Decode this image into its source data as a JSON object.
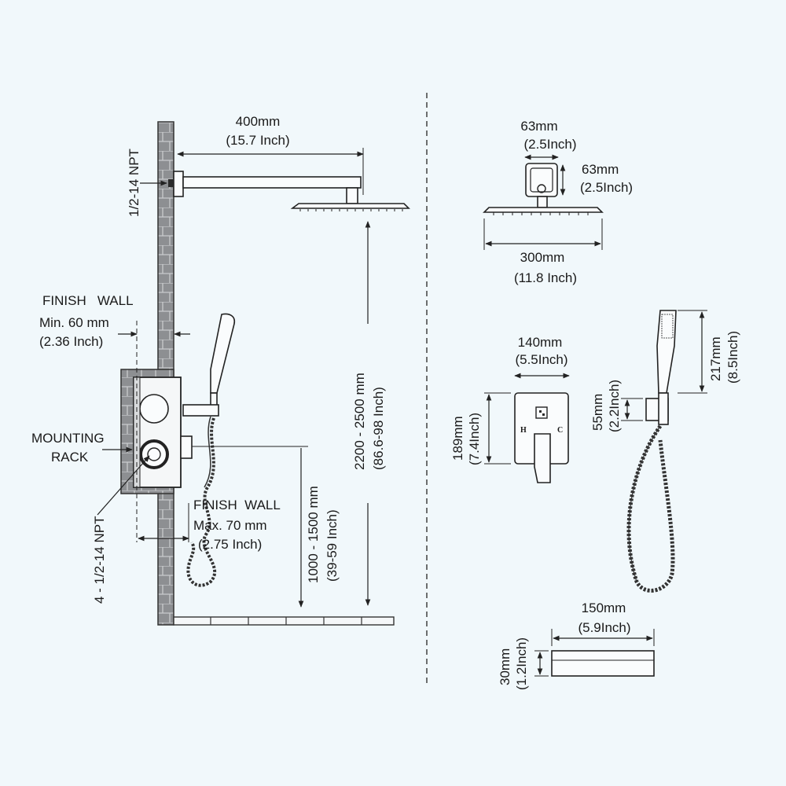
{
  "left": {
    "arm_length": "400mm",
    "arm_length_in": "(15.7 Inch)",
    "top_npt": "1/2-14 NPT",
    "finish_wall_top": "FINISH   WALL",
    "min_depth": "Min. 60 mm",
    "min_depth_in": "(2.36 Inch)",
    "mounting_rack": "MOUNTING",
    "mounting_rack_2": "RACK",
    "bottom_npt": "4 - 1/2-14 NPT",
    "finish_wall_bottom": "FINISH  WALL",
    "max_depth": "Max. 70 mm",
    "max_depth_in": "(2.75 Inch)",
    "head_height": "2200 - 2500 mm",
    "head_height_in": "(86.6-98 Inch)",
    "valve_height": "1000 - 1500 mm",
    "valve_height_in": "(39-59 Inch)"
  },
  "showerhead": {
    "flange_w": "63mm",
    "flange_w_in": "(2.5Inch)",
    "flange_h": "63mm",
    "flange_h_in": "(2.5Inch)",
    "width": "300mm",
    "width_in": "(11.8 Inch)"
  },
  "valve_plate": {
    "width": "140mm",
    "width_in": "(5.5Inch)",
    "height": "189mm",
    "height_in": "(7.4Inch)",
    "hot_mark": "H",
    "cold_mark": "C"
  },
  "handheld": {
    "length": "217mm",
    "length_in": "(8.5Inch)",
    "holder": "55mm",
    "holder_in": "(2.2Inch)"
  },
  "spout": {
    "width": "150mm",
    "width_in": "(5.9Inch)",
    "height": "30mm",
    "height_in": "(1.2Inch)"
  }
}
